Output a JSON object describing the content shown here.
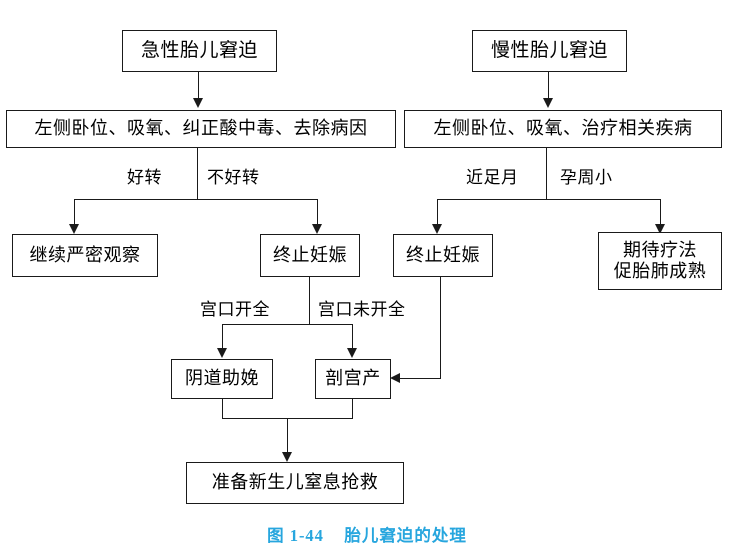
{
  "figure": {
    "caption": "图 1-44    胎儿窘迫的处理",
    "caption_color": "#27a6de",
    "line_color": "#1a1a1a",
    "background": "#ffffff"
  },
  "nodes": {
    "acute_title": "急性胎儿窘迫",
    "chronic_title": "慢性胎儿窘迫",
    "acute_treatment": "左侧卧位、吸氧、纠正酸中毒、去除病因",
    "chronic_treatment": "左侧卧位、吸氧、治疗相关疾病",
    "continue_observe": "继续严密观察",
    "terminate_left": "终止妊娠",
    "terminate_right": "终止妊娠",
    "expectant_therapy": "期待疗法\n促胎肺成熟",
    "vaginal_delivery": "阴道助娩",
    "cesarean": "剖宫产",
    "neonatal_resuscitation": "准备新生儿窒息抢救"
  },
  "edge_labels": {
    "improved": "好转",
    "not_improved": "不好转",
    "near_term": "近足月",
    "small_gestational_age": "孕周小",
    "cervix_fully_dilated": "宫口开全",
    "cervix_not_fully_dilated": "宫口未开全"
  }
}
